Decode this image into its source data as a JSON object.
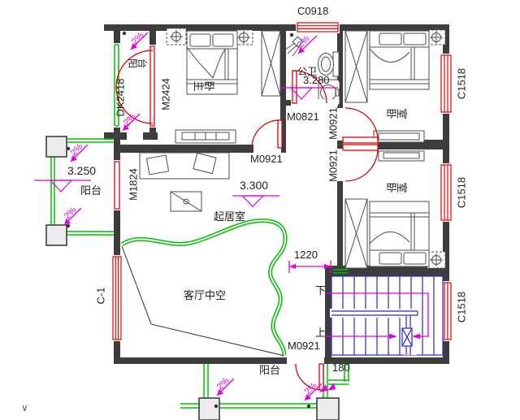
{
  "labels": {
    "window_top": "C0918",
    "window_side": "C1518",
    "window_void": "C-1",
    "window_balcony": "DK2418",
    "door_master_balcony": "M2424",
    "door_left_balcony": "M1824",
    "door_bath": "M0821",
    "door_std": "M0921",
    "room_master": "主卧",
    "room_bath": "公卫",
    "room_bedroom": "卧室",
    "room_living": "起居室",
    "room_void": "客厅中空",
    "room_balcony": "阳台",
    "level_left_balcony": "3.250",
    "level_bath": "3.280",
    "level_living": "3.300",
    "dim_stair": "1220",
    "dim_door": "180",
    "slope": "2%",
    "stair_down": "下",
    "stair_up": "上",
    "corner_mark": "∨"
  },
  "colors": {
    "wall": "#3d3d3d",
    "door": "#e60000",
    "window": "#e60000",
    "railing": "#00bf00",
    "stair": "#2929cc",
    "annotation": "#e000e0",
    "furniture": "#4d4d4d",
    "text": "#1f1f1f",
    "background": "#ffffff"
  }
}
